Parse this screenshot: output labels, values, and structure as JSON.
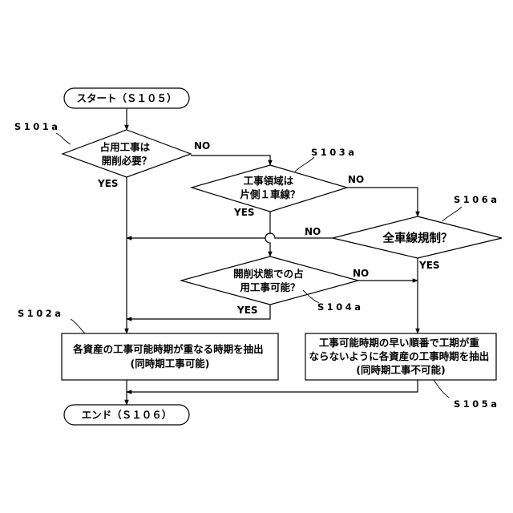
{
  "nodes": {
    "start": "スタート（Ｓ１０５）",
    "d101": [
      "占用工事は",
      "開削必要？"
    ],
    "d103": [
      "工事領域は",
      "片側１車線？"
    ],
    "d106": "全車線規制？",
    "d104": [
      "開削状態での占",
      "用工事可能？"
    ],
    "p102": [
      "各資産の工事可能時期が重なる時期を抽出",
      "(同時期工事可能)"
    ],
    "p105": [
      "工事可能時期の早い順番で工期が重",
      "ならないように各資産の工事時期を抽出",
      "(同時期工事不可能)"
    ],
    "end": "エンド（Ｓ１０６）"
  },
  "edge_labels": {
    "d101_no": "NO",
    "d101_yes": "YES",
    "d103_no": "NO",
    "d103_yes": "YES",
    "d106_no": "NO",
    "d106_yes": "YES",
    "d104_no": "NO",
    "d104_yes": "YES"
  },
  "refs": {
    "s101a": "S101a",
    "s103a": "S103a",
    "s106a": "S106a",
    "s102a": "S102a",
    "s104a": "S104a",
    "s105a": "S105a"
  }
}
